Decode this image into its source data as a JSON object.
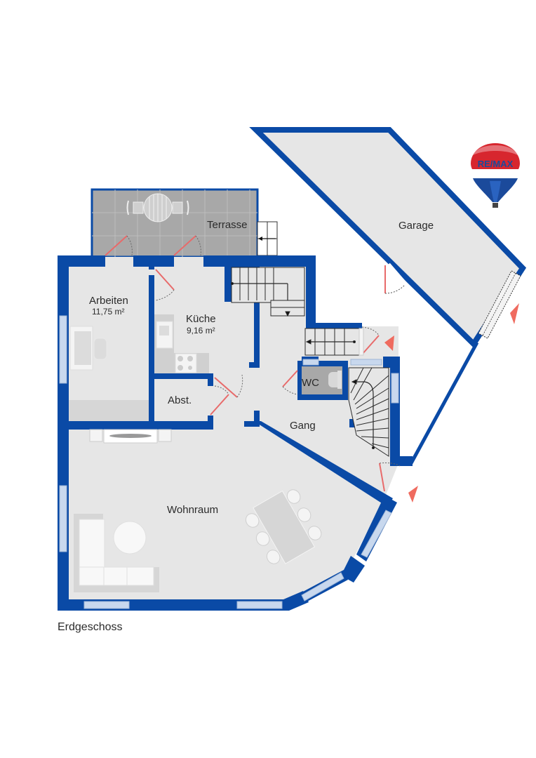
{
  "plan": {
    "floor_name": "Erdgeschoss",
    "colors": {
      "wall": "#0a4aa6",
      "floor": "#e6e6e6",
      "terrace": "#a8a8a8",
      "window": "#c8d8ee",
      "door": "#e86a6a",
      "entry_marker": "#ef6b5f",
      "stairs_line": "#2a2a2a"
    },
    "rooms": [
      {
        "id": "terrasse",
        "label": "Terrasse",
        "area": ""
      },
      {
        "id": "garage",
        "label": "Garage",
        "area": ""
      },
      {
        "id": "arbeiten",
        "label": "Arbeiten",
        "area": "11,75 m²"
      },
      {
        "id": "kueche",
        "label": "Küche",
        "area": "9,16 m²"
      },
      {
        "id": "abst",
        "label": "Abst.",
        "area": ""
      },
      {
        "id": "wc",
        "label": "WC",
        "area": ""
      },
      {
        "id": "gang",
        "label": "Gang",
        "area": ""
      },
      {
        "id": "wohnraum",
        "label": "Wohnraum",
        "area": ""
      }
    ]
  },
  "logo": {
    "brand": "RE/MAX",
    "colors": {
      "red": "#d7262e",
      "blue": "#1b4a9b",
      "white": "#ffffff"
    }
  }
}
